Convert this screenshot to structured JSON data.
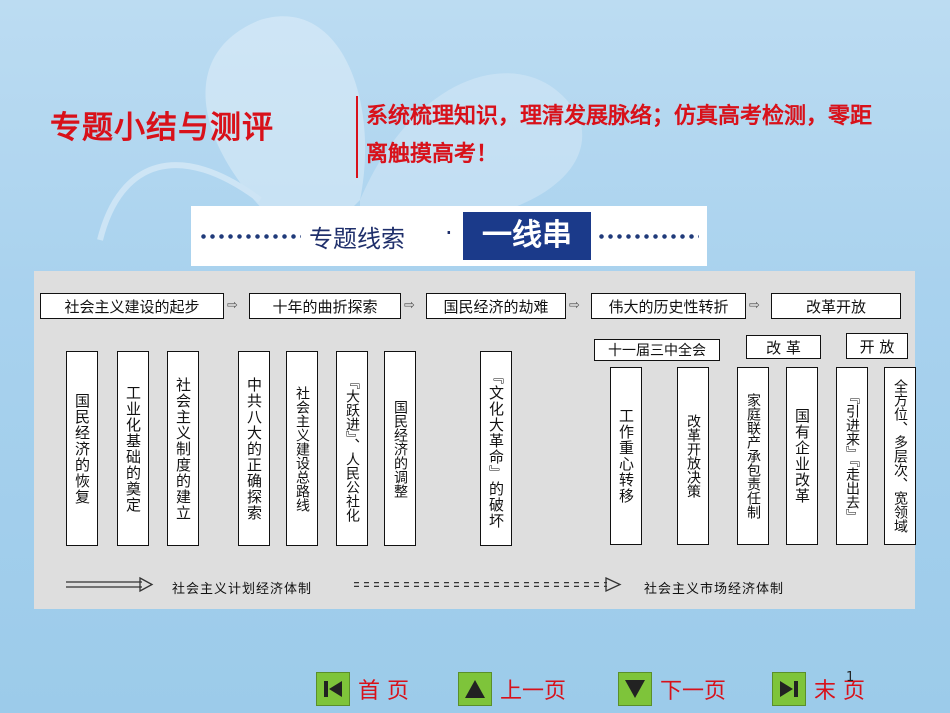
{
  "header": {
    "title": "专题小结与测评",
    "subtitle": "系统梳理知识，理清发展脉络；仿真高考检测，零距离触摸高考！"
  },
  "banner": {
    "left_text": "专题线索",
    "separator": "·",
    "right_text": "一线串"
  },
  "diagram": {
    "stages": [
      "社会主义建设的起步",
      "十年的曲折探索",
      "国民经济的劫难",
      "伟大的历史性转折",
      "改革开放"
    ],
    "sub_labels": [
      "十一届三中全会",
      "改 革",
      "开 放"
    ],
    "items": [
      "国民经济的恢复",
      "工业化基础的奠定",
      "社会主义制度的建立",
      "中共八大的正确探索",
      "社会主义建设总路线",
      "『大跃进』、人民公社化",
      "国民经济的调整",
      "『文化大革命』的破坏",
      "工作重心转移",
      "改革开放决策",
      "家庭联产承包责任制",
      "国有企业改革",
      "『引进来』『走出去』",
      "全方位、多层次、宽领域"
    ],
    "bottom_left": "社会主义计划经济体制",
    "bottom_right": "社会主义市场经济体制"
  },
  "nav": {
    "first": "首 页",
    "prev": "上一页",
    "next": "下一页",
    "last": "末 页"
  },
  "page_number": "1",
  "colors": {
    "title_red": "#d8111a",
    "banner_blue": "#1b3a8a",
    "nav_green": "#7ec43a"
  }
}
